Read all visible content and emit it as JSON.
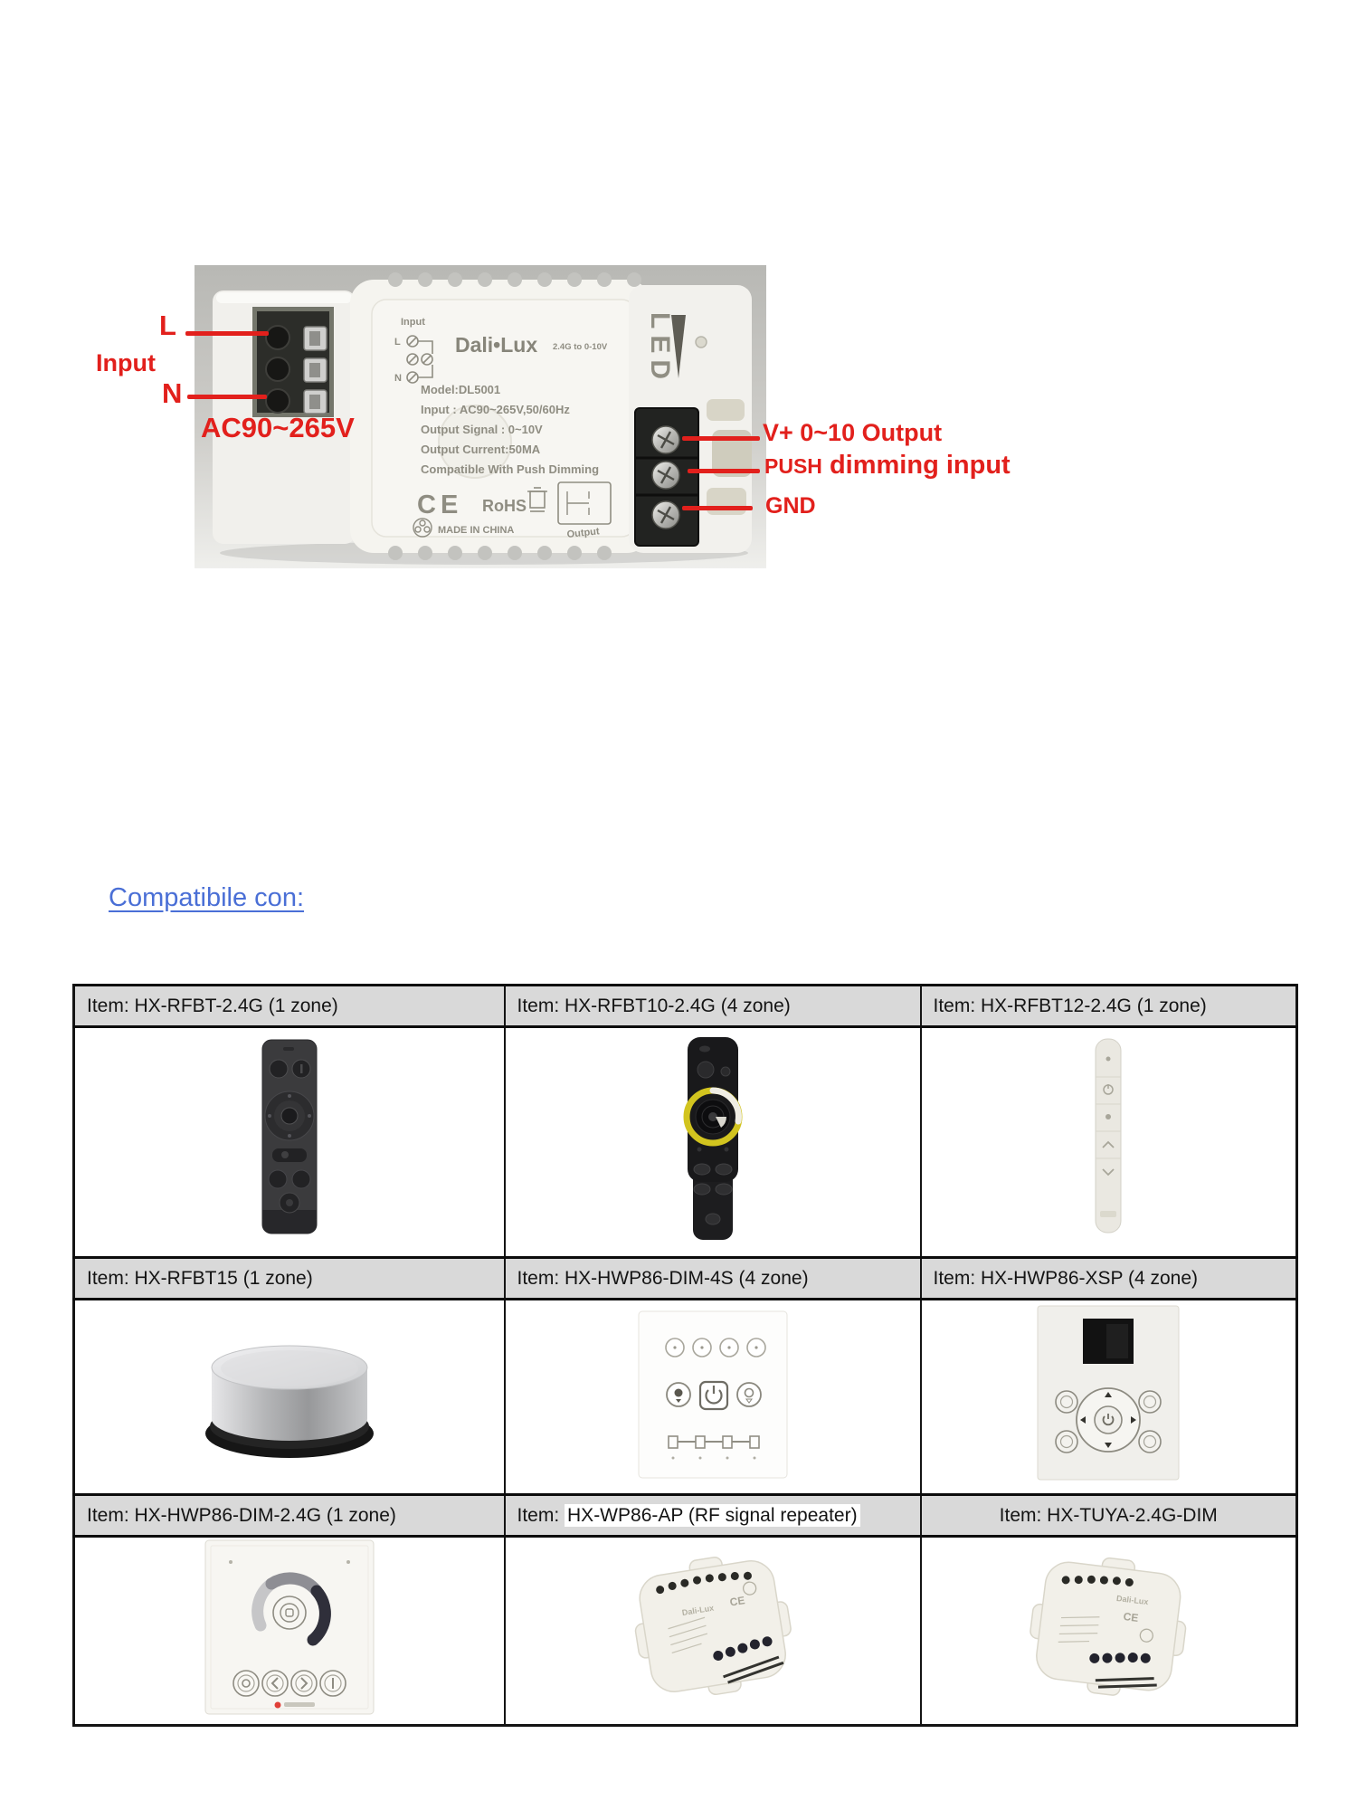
{
  "device": {
    "annotations": {
      "l": "L",
      "input": "Input",
      "n": "N",
      "ac": "AC90~265V",
      "vplus": "V+ 0~10 Output",
      "push_small": "PUSH",
      "push_big": " dimming input",
      "gnd": "GND"
    },
    "label": {
      "input_top": "Input",
      "l": "L",
      "n": "N",
      "brand": "Dali•Lux",
      "brand_suffix": "2.4G to 0-10V",
      "model": "Model:DL5001",
      "input_line": "Input : AC90~265V,50/60Hz",
      "output_signal": "Output Signal : 0~10V",
      "output_current": "Output Current:50MA",
      "compatible": "Compatible With Push Dimming",
      "ce": "CE",
      "rohs": "RoHS",
      "made_in_china": "MADE IN CHINA",
      "output_small": "Output",
      "led": "LED"
    }
  },
  "heading": {
    "text": "Compatibile con:"
  },
  "modules": {
    "brand": "Dali-Lux",
    "ce": "CE"
  },
  "table": {
    "header_rows": [
      {
        "cells": [
          {
            "text": "Item: HX-RFBT-2.4G (1 zone)"
          },
          {
            "text": "Item: HX-RFBT10-2.4G (4 zone)"
          },
          {
            "text": "Item: HX-RFBT12-2.4G (1 zone)"
          }
        ]
      },
      {
        "cells": [
          {
            "text": "Item: HX-RFBT15 (1 zone)"
          },
          {
            "text": "Item: HX-HWP86-DIM-4S (4 zone)"
          },
          {
            "text": "Item: HX-HWP86-XSP (4 zone)"
          }
        ]
      },
      {
        "cells": [
          {
            "text": "Item: HX-HWP86-DIM-2.4G (1 zone)"
          },
          {
            "prefix": "Item: ",
            "main": "HX-WP86-AP (RF signal repeater)"
          },
          {
            "text": "Item: HX-TUYA-2.4G-DIM"
          }
        ]
      }
    ]
  }
}
